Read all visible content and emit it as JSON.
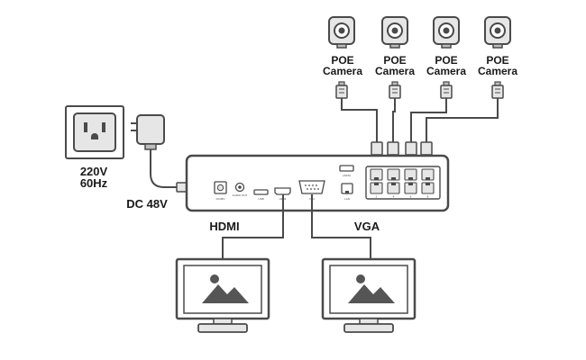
{
  "cameras": [
    {
      "line1": "POE",
      "line2": "Camera"
    },
    {
      "line1": "POE",
      "line2": "Camera"
    },
    {
      "line1": "POE",
      "line2": "Camera"
    },
    {
      "line1": "POE",
      "line2": "Camera"
    }
  ],
  "power": {
    "outlet_line1": "220V",
    "outlet_line2": "60Hz",
    "adapter_label": "DC 48V"
  },
  "nvr": {
    "port_labels": {
      "power": "DC48V",
      "audio": "AUDIO OUT",
      "usb": "USB",
      "hdmi": "HDMI",
      "vga": "VGA",
      "esata": "eSATA",
      "lan": "LAN"
    },
    "poe_port_numbers": [
      "2",
      "4",
      "6",
      "8"
    ]
  },
  "outputs": {
    "hdmi_label": "HDMI",
    "vga_label": "VGA"
  },
  "colors": {
    "line": "#4a4a4a",
    "fill_light": "#e6e6e6",
    "fill_mid": "#bdbdbd",
    "dark": "#555555",
    "text": "#1a1a1a"
  }
}
